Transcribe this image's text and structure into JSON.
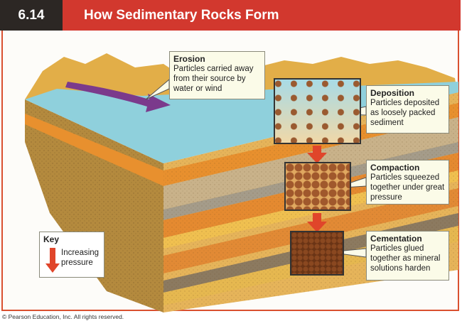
{
  "header": {
    "number": "6.14",
    "title": "How Sedimentary Rocks Form"
  },
  "callouts": {
    "erosion": {
      "title": "Erosion",
      "text": "Particles carried away from their source by water or wind"
    },
    "deposition": {
      "title": "Deposition",
      "text": "Particles deposited as loosely packed sediment"
    },
    "compaction": {
      "title": "Compaction",
      "text": "Particles squeezed together under great pressure"
    },
    "cementation": {
      "title": "Cementation",
      "text": "Particles glued together as mineral solutions harden"
    }
  },
  "key": {
    "title": "Key",
    "text": "Increasing pressure"
  },
  "copyright": "© Pearson Education, Inc. All rights reserved.",
  "colors": {
    "header_dark": "#2c2724",
    "header_red": "#d2382e",
    "water": "#8fd0dc",
    "arrow_red": "#e0452a",
    "erosion_arrow": "#7b3a8c"
  }
}
